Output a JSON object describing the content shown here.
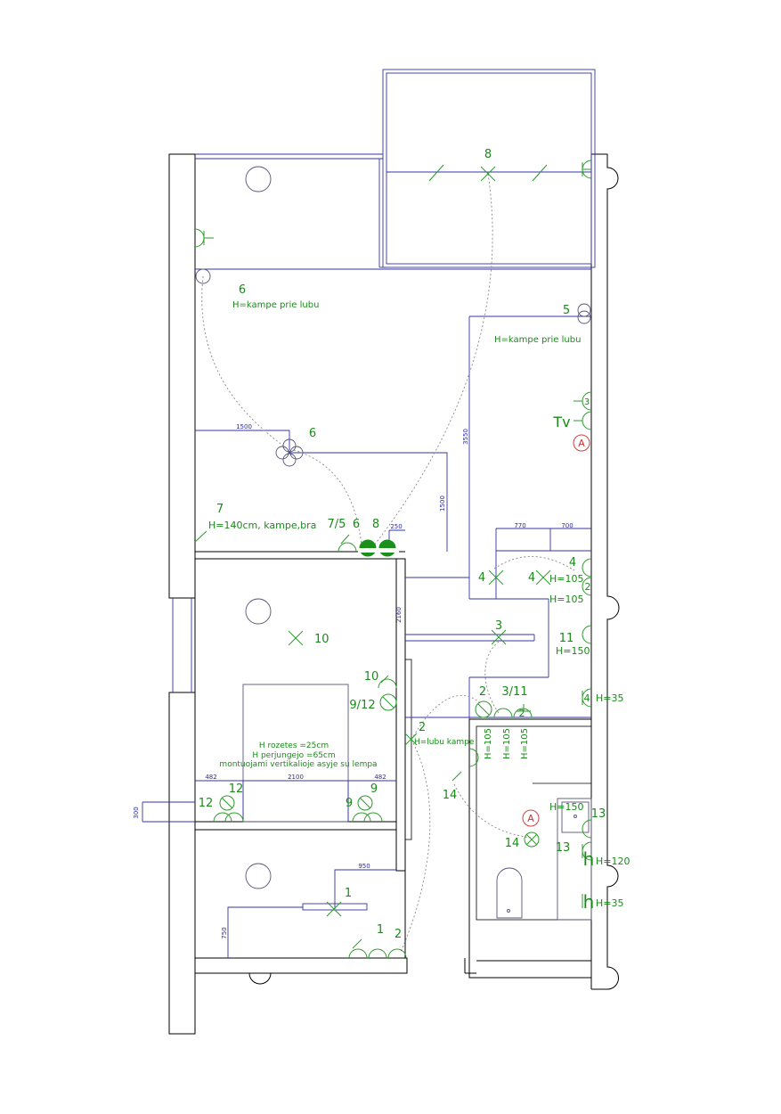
{
  "labels": {
    "l8top": "8",
    "l6a": "6",
    "l6a_h": "H=kampe prie lubu",
    "l5": "5",
    "l5_h": "H=kampe prie lubu",
    "l3a": "3",
    "tv": "Tv",
    "l6b": "6",
    "l7": "7",
    "l7_h": "H=140cm, kampe,bra",
    "l75": "7/5",
    "l6c": "6",
    "l8b": "8",
    "l4a": "4",
    "l4b": "4",
    "l4c": "4",
    "h105a": "H=105",
    "l2a": "2",
    "h105b": "H=105",
    "l10a": "10",
    "l3b": "3",
    "l11": "11",
    "h150a": "H=150",
    "l10b": "10",
    "l912": "9/12",
    "l2b": "2",
    "l311": "3/11",
    "l2c": "2",
    "l4d": "4",
    "h35a": "H=35",
    "l2d": "2",
    "h_lubu": "H=lubu kampe",
    "v105a": "H=105",
    "v105b": "H=105",
    "v105c": "H=105",
    "note1": "H rozetes =25cm",
    "note2": "H perjungejo =65cm",
    "note3": "montuojami vertikalioje asyje su lempa",
    "l12a": "12",
    "l12b": "12",
    "l9a": "9",
    "l9b": "9",
    "l14a": "14",
    "l14b": "14",
    "h150b": "H=150",
    "l13a": "13",
    "l13b": "13",
    "hsym1": "h",
    "h120": "H=120",
    "hsym2": "h",
    "h35b": "H=35",
    "l1a": "1",
    "l1b": "1",
    "l2e": "2",
    "markerA": "A"
  },
  "dimensions": {
    "d1500a": "1500",
    "d3550": "3550",
    "d1500b": "1500",
    "d250": "250",
    "d770": "770",
    "d700": "700",
    "d2160": "2160",
    "d482a": "482",
    "d2100": "2100",
    "d482b": "482",
    "d300": "300",
    "d950": "950",
    "d750": "750"
  },
  "colors": {
    "wall": "#000000",
    "dimension": "#3333aa",
    "symbol": "#2c9a2c",
    "label": "#1a8a1a",
    "marker": "#d03030"
  }
}
